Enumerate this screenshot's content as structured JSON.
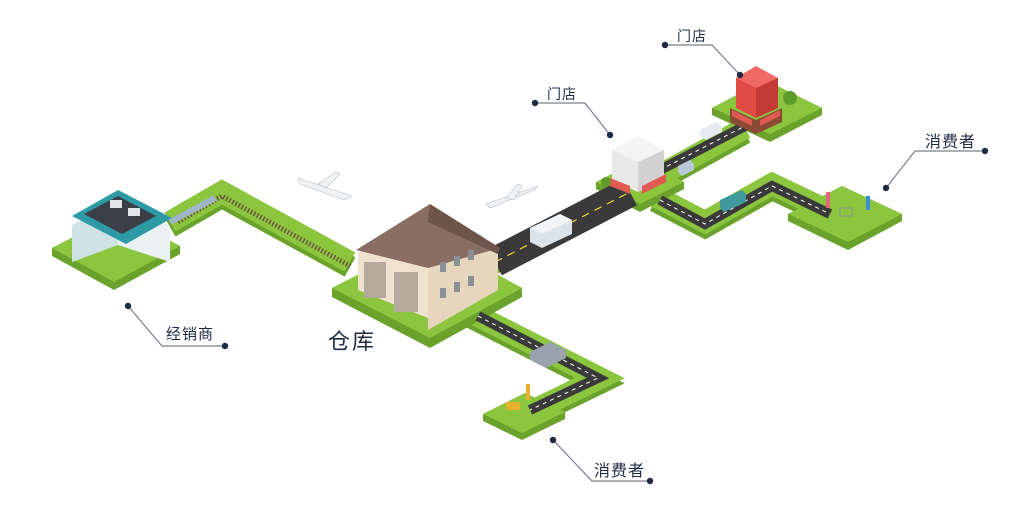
{
  "labels": {
    "store_left": "门店",
    "store_top": "门店",
    "consumer_right": "消费者",
    "consumer_bottom": "消费者",
    "distributor": "经销商",
    "warehouse": "仓库"
  },
  "colors": {
    "grass": "#8cc63f",
    "grass_side": "#6aa22c",
    "road": "#3a3a3a",
    "leader_line": "#7a7f8a",
    "leader_dot": "#1f2a44"
  }
}
